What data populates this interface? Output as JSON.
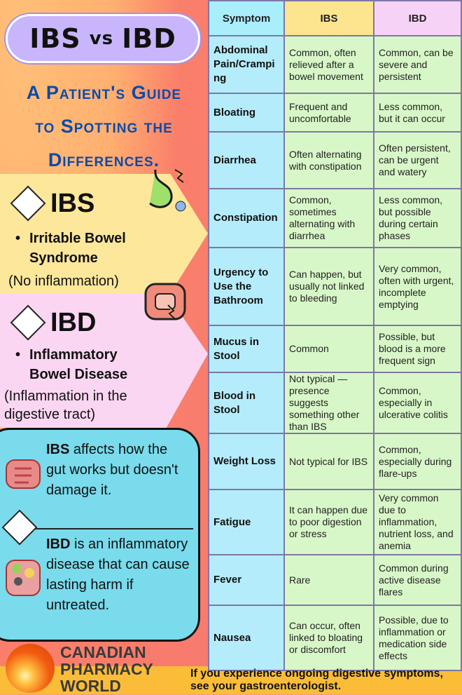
{
  "title": {
    "left": "IBS",
    "vs": "vs",
    "right": "IBD"
  },
  "subtitle": [
    "A Patient's Guide",
    "to Spotting the",
    "Differences."
  ],
  "ibs": {
    "tag": "IBS",
    "bullet": "Irritable Bowel Syndrome",
    "note": "(No inflammation)"
  },
  "ibd": {
    "tag": "IBD",
    "bullet": "Inflammatory Bowel Disease",
    "note": "(Inflammation in the digestive tract)"
  },
  "info": {
    "ibs_bold": "IBS",
    "ibs_rest": " affects how the gut works but doesn't damage it.",
    "ibd_bold": "IBD",
    "ibd_rest": " is an inflammatory disease that can cause lasting harm if untreated."
  },
  "brand": [
    "CANADIAN",
    "PHARMACY",
    "WORLD"
  ],
  "footer": "If you experience ongoing digestive symptoms, see your gastroenterologist.",
  "table": {
    "headers": [
      "Symptom",
      "IBS",
      "IBD"
    ],
    "rows": [
      {
        "symptom": "Abdominal Pain/Cramping",
        "ibs": "Common, often relieved after a bowel movement",
        "ibd": "Common, can be severe and persistent"
      },
      {
        "symptom": "Bloating",
        "ibs": "Frequent and uncomfortable",
        "ibd": "Less common, but it can occur"
      },
      {
        "symptom": "Diarrhea",
        "ibs": "Often alternating with constipation",
        "ibd": "Often persistent, can be urgent and watery"
      },
      {
        "symptom": "Constipation",
        "ibs": "Common, sometimes alternating with diarrhea",
        "ibd": "Less common, but possible during certain phases"
      },
      {
        "symptom": "Urgency to Use the Bathroom",
        "ibs": "Can happen, but usually not linked to bleeding",
        "ibd": "Very common, often with urgent, incomplete emptying"
      },
      {
        "symptom": "Mucus in Stool",
        "ibs": "Common",
        "ibd": "Possible, but blood is a more frequent sign"
      },
      {
        "symptom": "Blood in Stool",
        "ibs": "Not typical — presence suggests something other than IBS",
        "ibd": "Common, especially in ulcerative colitis"
      },
      {
        "symptom": "Weight Loss",
        "ibs": "Not typical for IBS",
        "ibd": "Common, especially during flare-ups"
      },
      {
        "symptom": "Fatigue",
        "ibs": "It can happen due to poor digestion or stress",
        "ibd": "Very common due to inflammation, nutrient loss, and anemia"
      },
      {
        "symptom": "Fever",
        "ibs": "Rare",
        "ibd": "Common during active disease flares"
      },
      {
        "symptom": "Nausea",
        "ibs": "Can occur, often linked to bloating or discomfort",
        "ibd": "Possible, due to inflammation or medication side effects"
      }
    ]
  }
}
